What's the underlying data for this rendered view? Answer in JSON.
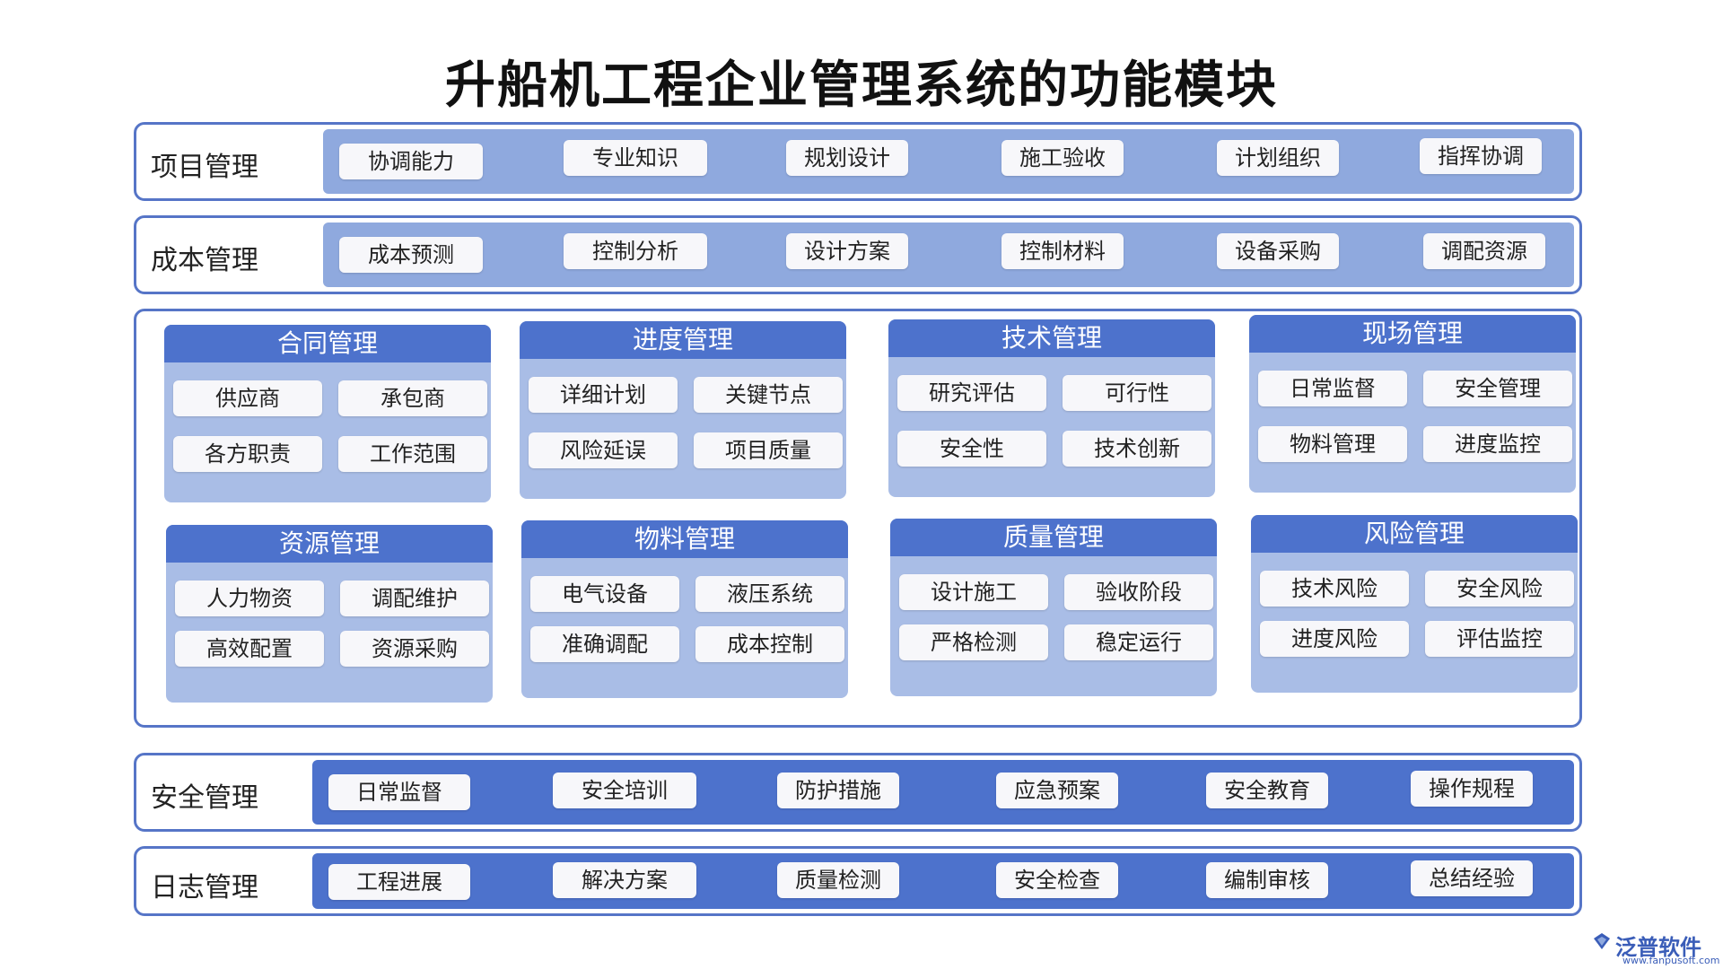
{
  "title": "升船机工程企业管理系统的功能模块",
  "rows_top": [
    {
      "label": "项目管理",
      "items": [
        "协调能力",
        "专业知识",
        "规划设计",
        "施工验收",
        "计划组织",
        "指挥协调"
      ]
    },
    {
      "label": "成本管理",
      "items": [
        "成本预测",
        "控制分析",
        "设计方案",
        "控制材料",
        "设备采购",
        "调配资源"
      ]
    }
  ],
  "cards": [
    {
      "title": "合同管理",
      "items": [
        "供应商",
        "承包商",
        "各方职责",
        "工作范围"
      ]
    },
    {
      "title": "进度管理",
      "items": [
        "详细计划",
        "关键节点",
        "风险延误",
        "项目质量"
      ]
    },
    {
      "title": "技术管理",
      "items": [
        "研究评估",
        "可行性",
        "安全性",
        "技术创新"
      ]
    },
    {
      "title": "现场管理",
      "items": [
        "日常监督",
        "安全管理",
        "物料管理",
        "进度监控"
      ]
    },
    {
      "title": "资源管理",
      "items": [
        "人力物资",
        "调配维护",
        "高效配置",
        "资源采购"
      ]
    },
    {
      "title": "物料管理",
      "items": [
        "电气设备",
        "液压系统",
        "准确调配",
        "成本控制"
      ]
    },
    {
      "title": "质量管理",
      "items": [
        "设计施工",
        "验收阶段",
        "严格检测",
        "稳定运行"
      ]
    },
    {
      "title": "风险管理",
      "items": [
        "技术风险",
        "安全风险",
        "进度风险",
        "评估监控"
      ]
    }
  ],
  "rows_bottom": [
    {
      "label": "安全管理",
      "items": [
        "日常监督",
        "安全培训",
        "防护措施",
        "应急预案",
        "安全教育",
        "操作规程"
      ]
    },
    {
      "label": "日志管理",
      "items": [
        "工程进展",
        "解决方案",
        "质量检测",
        "安全检查",
        "编制审核",
        "总结经验"
      ]
    }
  ],
  "watermark": {
    "brand": "泛普软件",
    "url": "www.fanpusoft.com"
  },
  "colors": {
    "border": "#5675c7",
    "band_light": "#8fa9de",
    "band_dark": "#4d72cc",
    "card_bg": "#a9bde6"
  }
}
